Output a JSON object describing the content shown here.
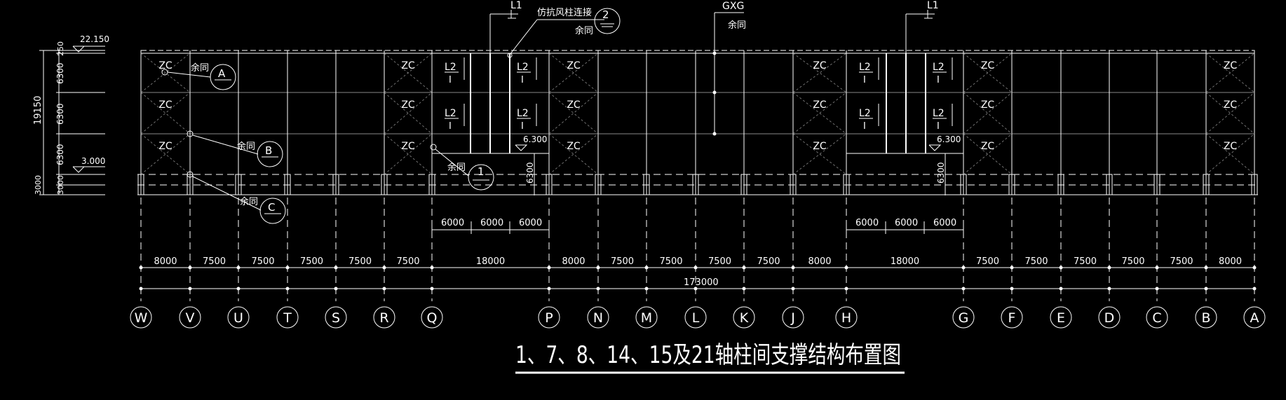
{
  "title": "1、7、8、14、15及21轴柱间支撑结构布置图",
  "axes": [
    "W",
    "V",
    "U",
    "T",
    "S",
    "R",
    "Q",
    "P",
    "N",
    "M",
    "L",
    "K",
    "J",
    "H",
    "G",
    "F",
    "E",
    "D",
    "C",
    "B",
    "A"
  ],
  "bay_dims": [
    "8000",
    "7500",
    "7500",
    "7500",
    "7500",
    "7500",
    "18000",
    "8000",
    "7500",
    "7500",
    "7500",
    "7500",
    "8000",
    "18000",
    "7500",
    "7500",
    "7500",
    "7500",
    "7500",
    "8000"
  ],
  "total_dim": "173000",
  "elevation_dims": [
    "250",
    "6300",
    "6300",
    "6300",
    "3000",
    "3000"
  ],
  "total_height": "19150",
  "elevation_top": "22.150",
  "elevation_low": "3.000",
  "sub_dims": [
    "6000",
    "6000",
    "6000"
  ],
  "height_6300": "6.300",
  "vert_6300": "6300",
  "brace_label": "ZC",
  "beam_label": "L2",
  "beam_section": "I",
  "top_l1": "L1",
  "top_gxg": "GXG",
  "note_wind": "仿抗风柱连接",
  "note_same": "余同",
  "markers": {
    "A": "A",
    "B": "B",
    "C": "C",
    "one": "1",
    "two": "2"
  }
}
